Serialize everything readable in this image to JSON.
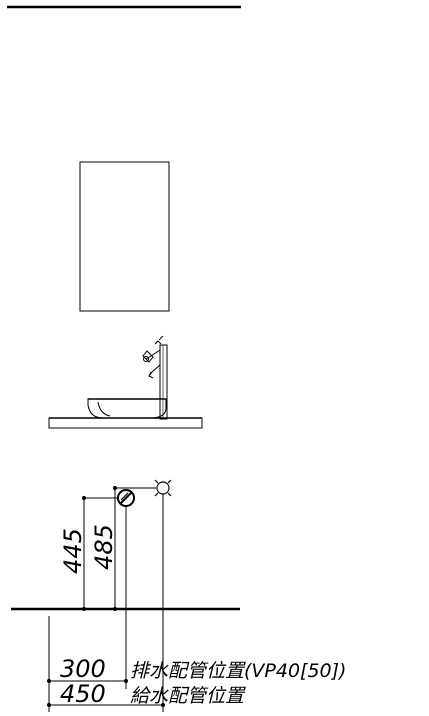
{
  "dimensions": {
    "dim_445": "445",
    "dim_485": "485",
    "dim_300": "300",
    "dim_450": "450"
  },
  "labels": {
    "drain_position": "排水配管位置(VP40[50])",
    "supply_position": "給水配管位置"
  }
}
